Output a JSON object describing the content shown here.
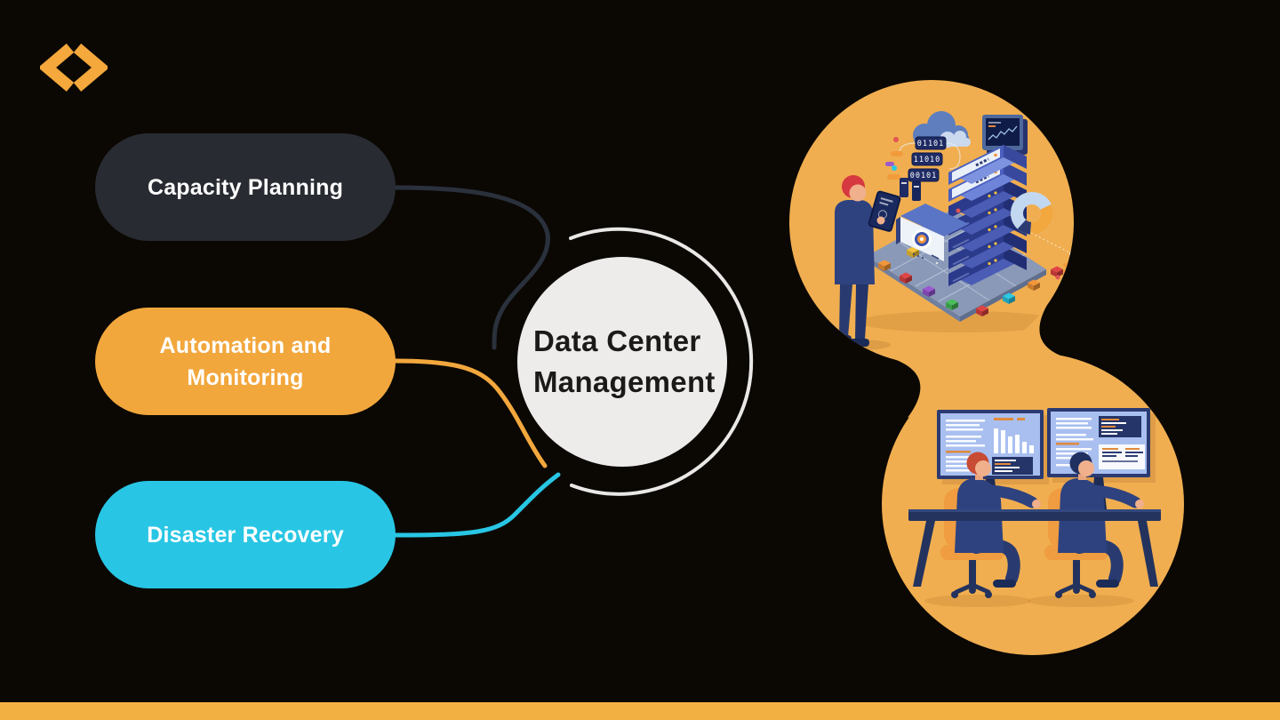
{
  "palette": {
    "background": "#0B0804",
    "accent_orange": "#F2A73D",
    "accent_cyan": "#28C6E4",
    "node_dark": "#282B31",
    "illustration_circle_fill": "#F0AE50",
    "center_circle_fill": "#EDECEB",
    "ring_color": "#E9E8E6",
    "bottom_bar": "#F3B042",
    "logo_color": "#F5A83C"
  },
  "diagram": {
    "center_node": {
      "line1": "Data Center",
      "line2": "Management"
    },
    "nodes": [
      {
        "id": "capacity-planning",
        "label": "Capacity Planning",
        "color": "#282B31"
      },
      {
        "id": "automation-and-monitoring",
        "label": "Automation and Monitoring",
        "color": "#F2A73D"
      },
      {
        "id": "disaster-recovery",
        "label": "Disaster Recovery",
        "color": "#28C6E4"
      }
    ]
  },
  "illustrations": {
    "top": {
      "binary_labels": [
        "01101",
        "11010",
        "00101"
      ]
    }
  }
}
